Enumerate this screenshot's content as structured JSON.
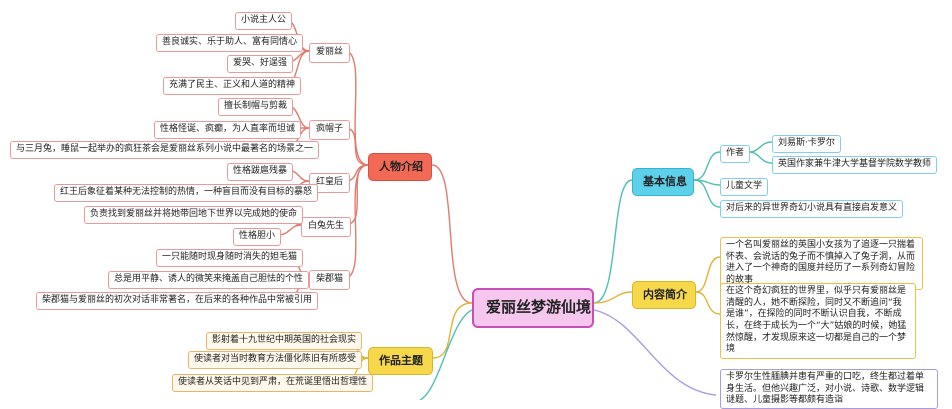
{
  "root": "爱丽丝梦游仙境",
  "branches": {
    "characters": {
      "label": "人物介绍",
      "alice": {
        "label": "爱丽丝",
        "items": [
          "小说主人公",
          "善良诚实、乐于助人、富有同情心",
          "爱哭、好逞强",
          "充满了民主、正义和人道的精神"
        ]
      },
      "hatter": {
        "label": "疯帽子",
        "items": [
          "擅长制帽与剪裁",
          "性格怪诞、疯癫，为人直率而坦诚",
          "与三月兔，睡鼠一起举办的疯狂茶会是爱丽丝系列小说中最著名的场景之一"
        ]
      },
      "red_queen": {
        "label": "红皇后",
        "items": [
          "性格跋扈残暴",
          "红王后象征着某种无法控制的热情，一种盲目而没有目标的暴怒"
        ]
      },
      "white_rabbit": {
        "label": "白兔先生",
        "items": [
          "负责找到爱丽丝并将她带回地下世界以完成她的使命",
          "性格胆小"
        ]
      },
      "cheshire_cat": {
        "label": "柴郡猫",
        "items": [
          "一只能随时现身随时消失的妲毛猫",
          "总是用平静、诱人的微笑来掩盖自己胆怯的个性",
          "柴郡猫与爱丽丝的初次对话非常著名，在后来的各种作品中常被引用"
        ]
      }
    },
    "theme": {
      "label": "作品主题",
      "items": [
        "影射着十九世纪中期英国的社会现实",
        "使读者对当时教育方法僵化陈旧有所感受",
        "使读者从笑话中见到严肃，在荒诞里悟出哲理性"
      ]
    },
    "info": {
      "label": "基本信息",
      "author_label": "作者",
      "author_items": [
        "刘易斯·卡罗尔",
        "英国作家兼牛津大学基督学院数学教师"
      ],
      "items": [
        "儿童文学",
        "对后来的异世界奇幻小说具有直接启发意义"
      ]
    },
    "content": {
      "label": "内容简介",
      "items": [
        "一个名叫爱丽丝的英国小女孩为了追逐一只揣着怀表、会说话的兔子而不慎掉入了兔子洞，从而进入了一个神奇的国度并经历了一系列奇幻冒险的故事",
        "在这个奇幻疯狂的世界里，似乎只有爱丽丝是清醒的人，她不断探险，同时又不断追问“我是谁”，在探险的同时不断认识自我，不断成长，在终于成长为一个“大”姑娘的时候，她猛然惊醒，才发现原来这一切都是自己的一个梦境"
      ]
    },
    "author_bio": {
      "text": "卡罗尔生性腼腆并患有严重的口吃，终生都过着单身生活。但他兴趣广泛，对小说、诗歌、数学逻辑谜题、儿童摄影等都颇有造诣"
    }
  },
  "colors": {
    "characters_bg": "#f26a55",
    "theme_bg": "#f7d84a",
    "info_bg": "#5dd0ea",
    "content_bg": "#f7d84a",
    "root_border": "#c84fb8",
    "root_bg": "#f5c6ee",
    "left_edge": "#e07b6d",
    "info_edge": "#4fbfb0",
    "content_edge": "#e0b43a"
  }
}
